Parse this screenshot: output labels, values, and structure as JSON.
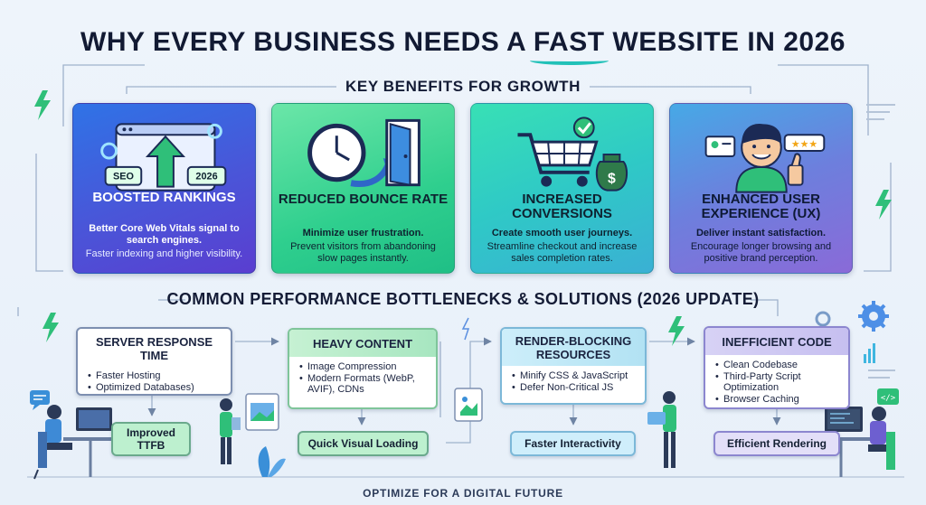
{
  "title": {
    "before": "WHY EVERY BUSINESS NEEDS A ",
    "highlight": "FAST",
    "after": " WEBSITE IN 2026"
  },
  "section_benefits": "KEY BENEFITS FOR GROWTH",
  "benefits": [
    {
      "title": "BOOSTED RANKINGS",
      "highlight": "Better Core Web Vitals signal to search engines.",
      "detail": "Faster indexing and higher visibility.",
      "badges": [
        "SEO",
        "2026"
      ],
      "icon": "rankings-arrow-icon"
    },
    {
      "title": "REDUCED BOUNCE RATE",
      "highlight": "Minimize user frustration.",
      "detail": "Prevent visitors from abandoning slow pages instantly.",
      "icon": "clock-door-icon"
    },
    {
      "title": "INCREASED CONVERSIONS",
      "highlight": "Create smooth user journeys.",
      "detail": "Streamline checkout and increase sales completion rates.",
      "icon": "cart-money-icon"
    },
    {
      "title": "ENHANCED USER EXPERIENCE (UX)",
      "highlight": "Deliver instant satisfaction.",
      "detail": "Encourage longer browsing and positive brand perception.",
      "icon": "happy-user-icon"
    }
  ],
  "section_bottlenecks": "COMMON PERFORMANCE BOTTLENECKS & SOLUTIONS (2026 UPDATE)",
  "bottlenecks": [
    {
      "title": "SERVER RESPONSE TIME",
      "items": [
        "Faster Hosting",
        "Optimized Databases)"
      ],
      "result": "Improved TTFB"
    },
    {
      "title": "HEAVY CONTENT",
      "items": [
        "Image Compression",
        "Modern Formats (WebP, AVIF), CDNs"
      ],
      "result": "Quick Visual Loading"
    },
    {
      "title": "RENDER-BLOCKING RESOURCES",
      "items": [
        "Minify CSS & JavaScript",
        "Defer Non-Critical JS"
      ],
      "result": "Faster Interactivity"
    },
    {
      "title": "INEFFICIENT CODE",
      "items": [
        "Clean Codebase",
        "Third-Party Script Optimization",
        "Browser Caching"
      ],
      "result": "Efficient Rendering"
    }
  ],
  "footer": "OPTIMIZE FOR A DIGITAL FUTURE",
  "colors": {
    "card1": "#3f62dc",
    "card2": "#3fd494",
    "card3": "#34c7c4",
    "card4": "#6d7fdd",
    "accent": "#22c1b8"
  }
}
